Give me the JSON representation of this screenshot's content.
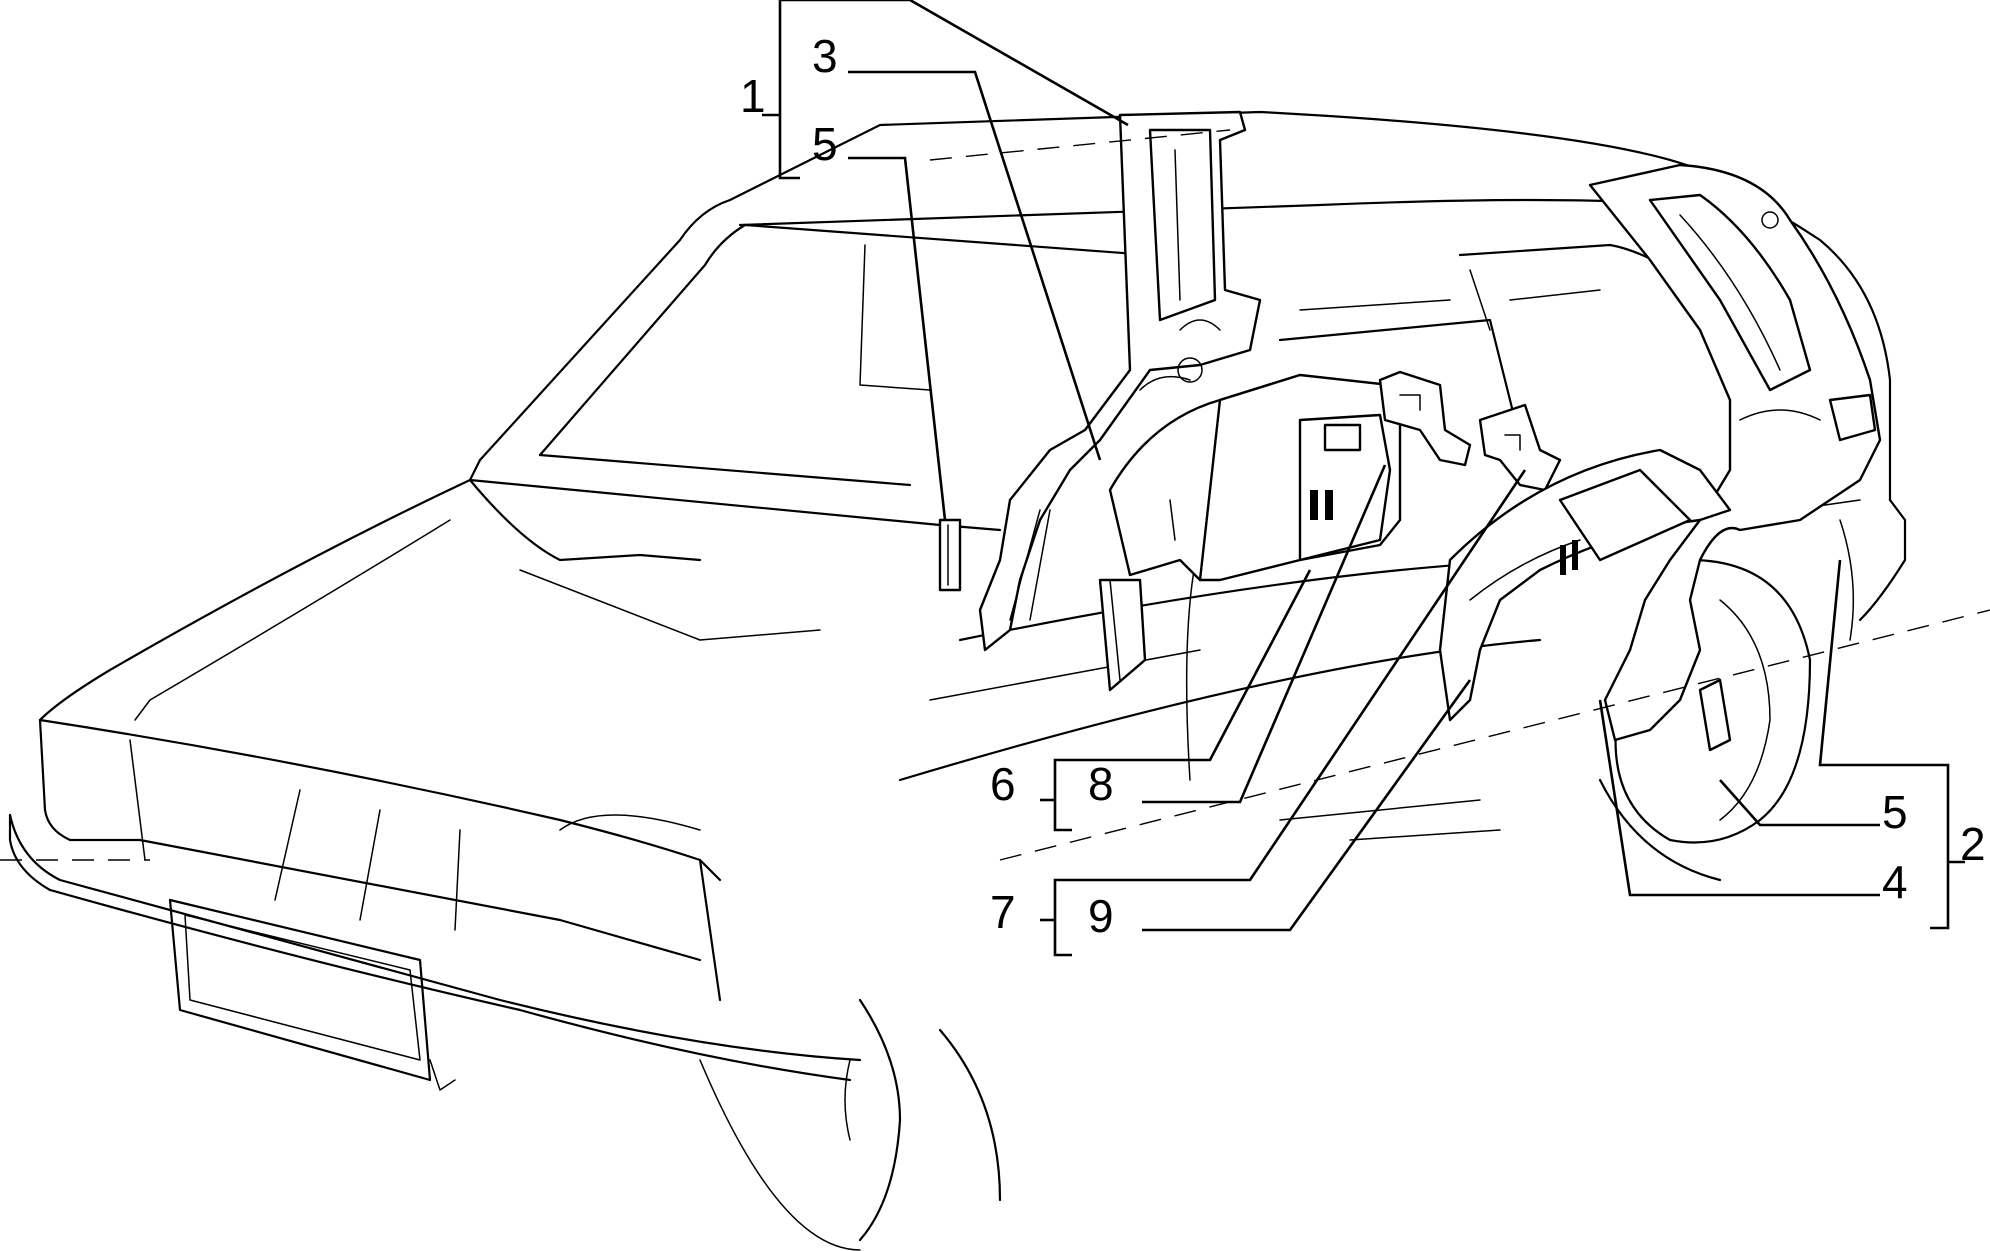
{
  "callouts": {
    "c1": "1",
    "c3": "3",
    "c5a": "5",
    "c6": "6",
    "c8": "8",
    "c7": "7",
    "c9": "9",
    "c5b": "5",
    "c4": "4",
    "c2": "2"
  }
}
